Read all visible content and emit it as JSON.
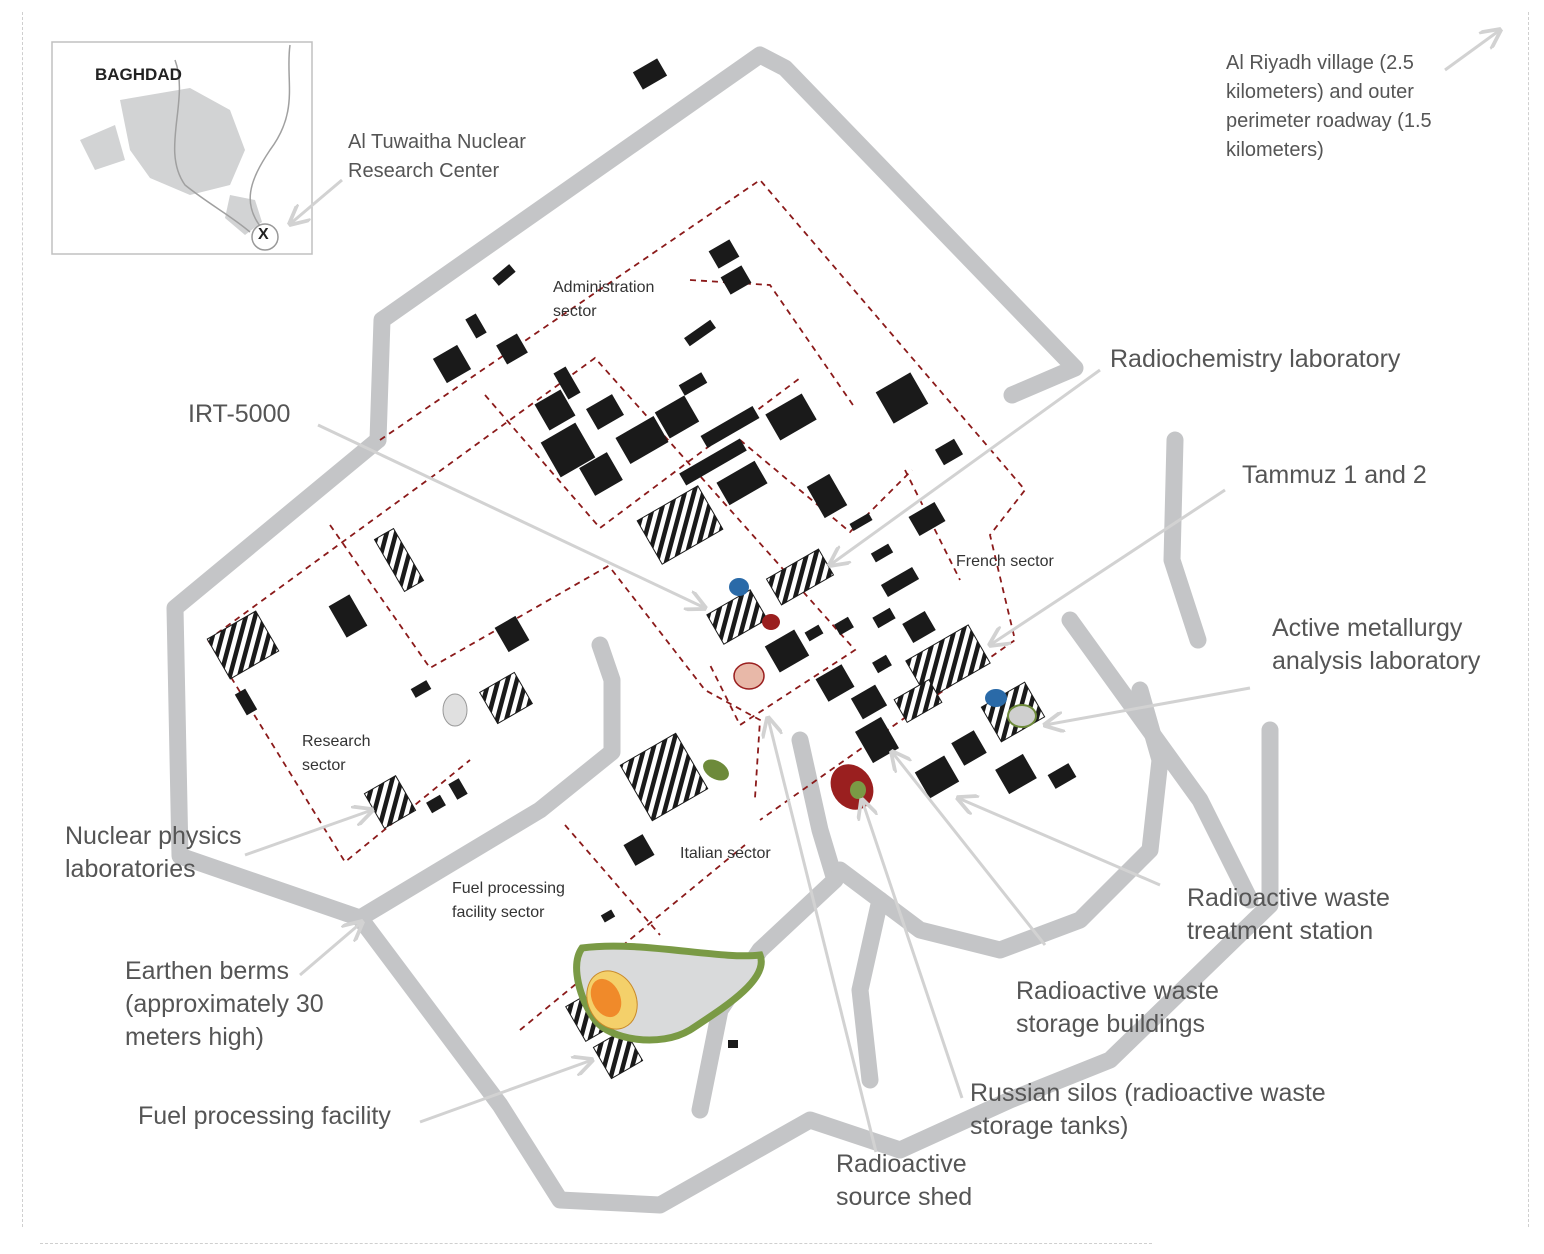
{
  "map": {
    "colors": {
      "road": "#c4c5c7",
      "building": "#1a1a1a",
      "sector_line": "#8b1a1a",
      "leader": "#d2d2d2",
      "label_text": "#555555",
      "berm_green": "#7a9a45",
      "waste_orange": "#f08a2a",
      "waste_yellow": "#f4d06a",
      "marker_blue": "#2a6aa8",
      "marker_red": "#9a1f1f",
      "marker_pink": "#e8b8a8",
      "marker_green": "#6d8a3a"
    },
    "inset": {
      "title": "BAGHDAD",
      "marker": "X"
    },
    "sectors": {
      "administration": "Administration\nsector",
      "french": "French sector",
      "research": "Research\nsector",
      "italian": "Italian sector",
      "fuel_processing": "Fuel processing\nfacility sector"
    },
    "labels": {
      "al_tuwaitha": "Al Tuwaitha Nuclear\nResearch Center",
      "al_riyadh": "Al Riyadh village (2.5\nkilometers) and outer\nperimeter roadway (1.5\nkilometers)",
      "radiochemistry": "Radiochemistry laboratory",
      "irt5000": "IRT-5000",
      "tammuz": "Tammuz 1 and 2",
      "active_metallurgy": "Active metallurgy\nanalysis laboratory",
      "nuclear_physics": "Nuclear physics\nlaboratories",
      "earthen_berms": "Earthen berms\n(approximately 30\nmeters high)",
      "fuel_processing_facility": "Fuel processing facility",
      "waste_treatment": "Radioactive waste\ntreatment station",
      "waste_storage": "Radioactive waste\nstorage buildings",
      "russian_silos": "Russian silos (radioactive waste\nstorage tanks)",
      "source_shed": "Radioactive\nsource shed"
    }
  }
}
